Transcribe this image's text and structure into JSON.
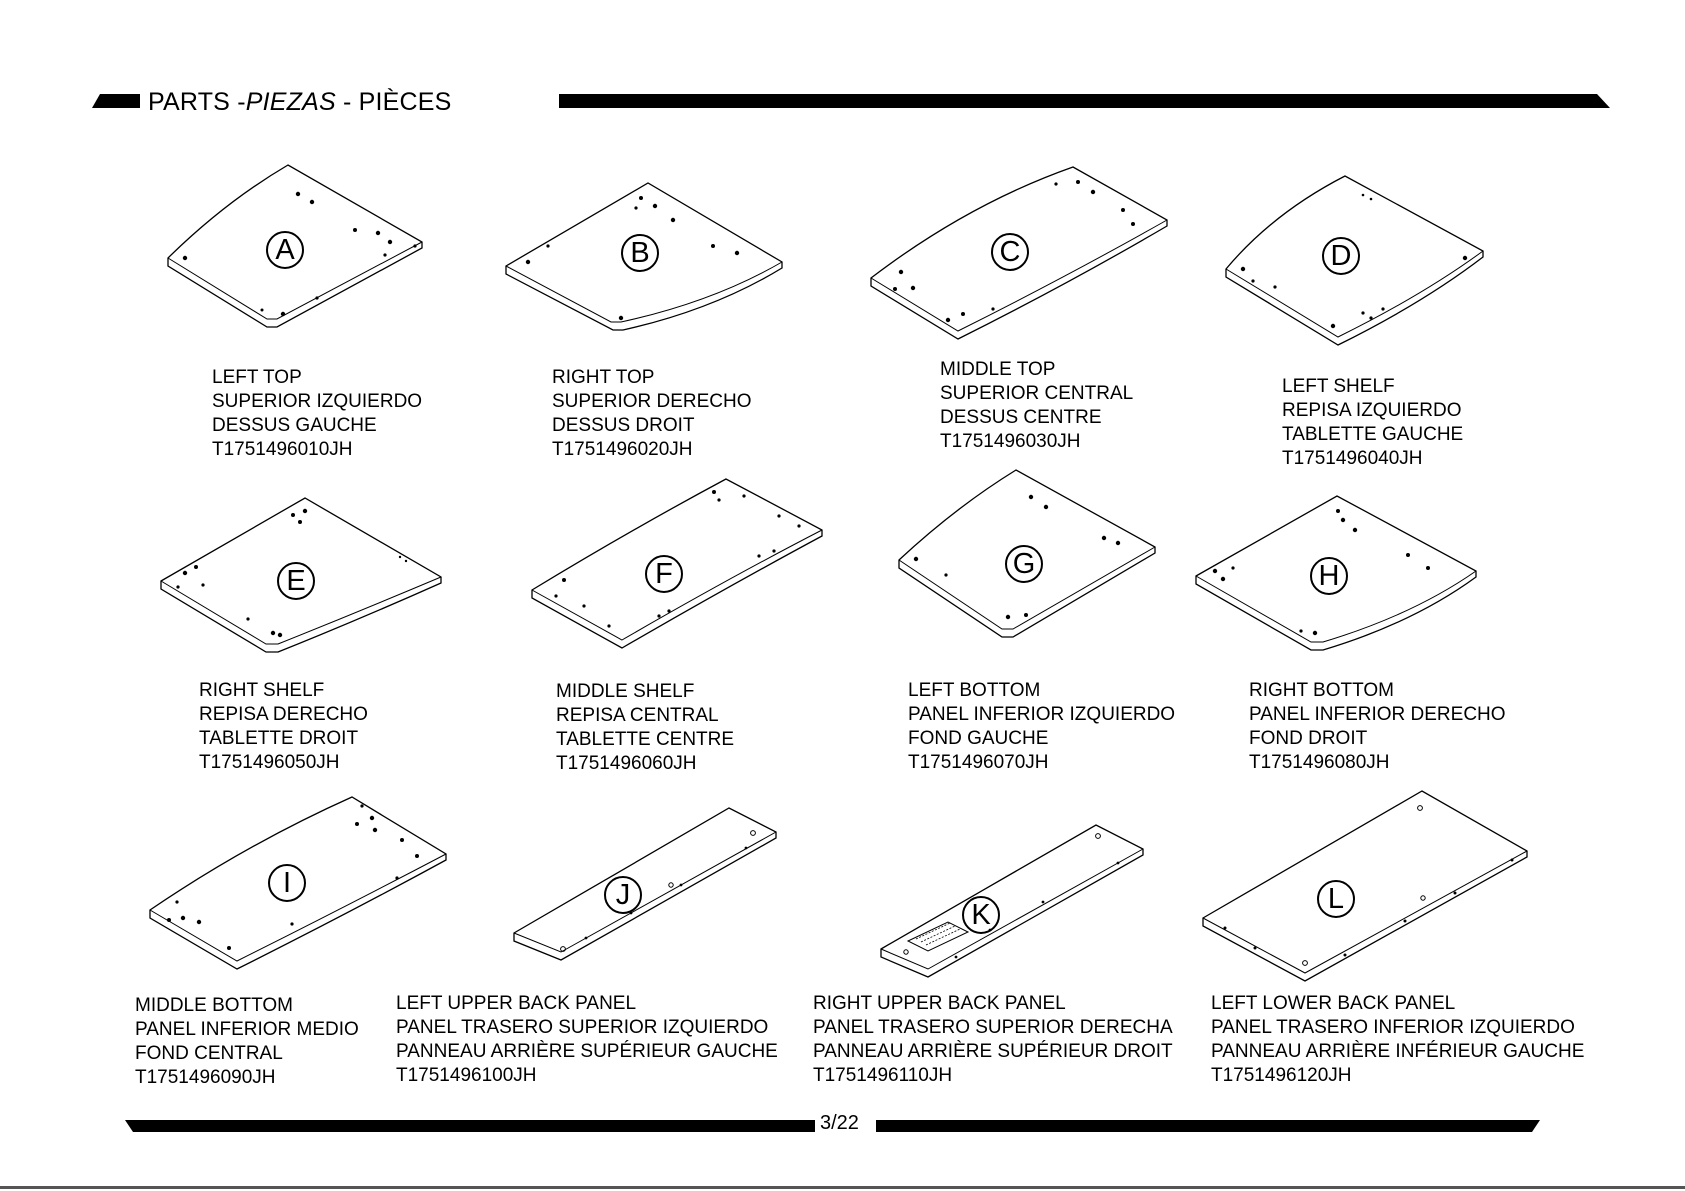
{
  "header": {
    "title_prefix": "PARTS -",
    "title_italic": "PIEZAS",
    "title_suffix": " - PIÈCES"
  },
  "parts": [
    {
      "letter": "A",
      "lines": [
        "LEFT TOP",
        "SUPERIOR IZQUIERDO",
        "DESSUS GAUCHE",
        "T1751496010JH"
      ]
    },
    {
      "letter": "B",
      "lines": [
        "RIGHT TOP",
        "SUPERIOR DERECHO",
        "DESSUS DROIT",
        "T1751496020JH"
      ]
    },
    {
      "letter": "C",
      "lines": [
        "MIDDLE TOP",
        "SUPERIOR CENTRAL",
        "DESSUS CENTRE",
        "T1751496030JH"
      ]
    },
    {
      "letter": "D",
      "lines": [
        "LEFT SHELF",
        "REPISA IZQUIERDO",
        "TABLETTE GAUCHE",
        "T1751496040JH"
      ]
    },
    {
      "letter": "E",
      "lines": [
        "RIGHT SHELF",
        "REPISA DERECHO",
        "TABLETTE DROIT",
        "T1751496050JH"
      ]
    },
    {
      "letter": "F",
      "lines": [
        "MIDDLE SHELF",
        "REPISA CENTRAL",
        "TABLETTE CENTRE",
        "T1751496060JH"
      ]
    },
    {
      "letter": "G",
      "lines": [
        "LEFT BOTTOM",
        "PANEL INFERIOR IZQUIERDO",
        "FOND GAUCHE",
        "T1751496070JH"
      ]
    },
    {
      "letter": "H",
      "lines": [
        "RIGHT BOTTOM",
        "PANEL INFERIOR DERECHO",
        "FOND DROIT",
        "T1751496080JH"
      ]
    },
    {
      "letter": "I",
      "lines": [
        "MIDDLE BOTTOM",
        "PANEL INFERIOR MEDIO",
        "FOND CENTRAL",
        "T1751496090JH"
      ]
    },
    {
      "letter": "J",
      "lines": [
        "LEFT UPPER BACK PANEL",
        "PANEL TRASERO SUPERIOR IZQUIERDO",
        "PANNEAU ARRIÈRE SUPÉRIEUR GAUCHE",
        "T1751496100JH"
      ]
    },
    {
      "letter": "K",
      "lines": [
        "RIGHT UPPER BACK PANEL",
        "PANEL TRASERO SUPERIOR DERECHA",
        "PANNEAU ARRIÈRE SUPÉRIEUR DROIT",
        "T1751496110JH"
      ]
    },
    {
      "letter": "L",
      "lines": [
        "LEFT LOWER BACK PANEL",
        "PANEL TRASERO INFERIOR IZQUIERDO",
        "PANNEAU ARRIÈRE INFÉRIEUR GAUCHE",
        "T1751496120JH"
      ]
    }
  ],
  "footer": {
    "page_number": "3/22"
  }
}
